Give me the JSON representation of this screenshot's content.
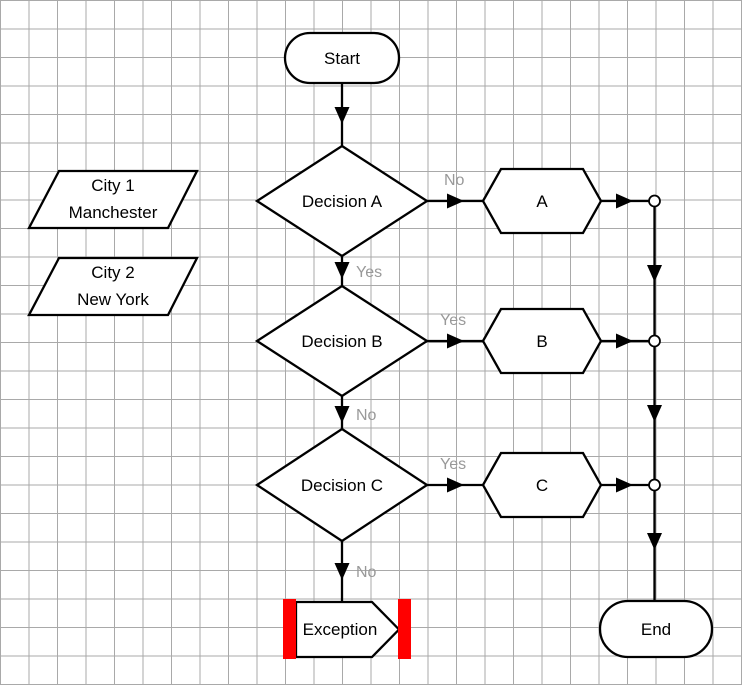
{
  "diagram": {
    "nodes": {
      "start": {
        "label": "Start",
        "shape": "terminator"
      },
      "city1": {
        "line1": "City 1",
        "line2": "Manchester",
        "shape": "parallelogram"
      },
      "city2": {
        "line1": "City 2",
        "line2": "New York",
        "shape": "parallelogram"
      },
      "decision_a": {
        "label": "Decision A",
        "shape": "diamond"
      },
      "decision_b": {
        "label": "Decision B",
        "shape": "diamond"
      },
      "decision_c": {
        "label": "Decision C",
        "shape": "diamond"
      },
      "option_a": {
        "label": "A",
        "shape": "hexagon"
      },
      "option_b": {
        "label": "B",
        "shape": "hexagon"
      },
      "option_c": {
        "label": "C",
        "shape": "hexagon"
      },
      "exception": {
        "label": "Exception",
        "shape": "signpost-with-red-bars"
      },
      "end": {
        "label": "End",
        "shape": "terminator"
      }
    },
    "edges": {
      "a_no": "No",
      "a_yes": "Yes",
      "b_yes": "Yes",
      "b_no": "No",
      "c_yes": "Yes",
      "c_no": "No"
    },
    "colors": {
      "stroke": "#000000",
      "edge_label": "#999999",
      "exception_bar": "#ff0000",
      "grid": "#a9a9a9",
      "background": "#ffffff"
    }
  }
}
